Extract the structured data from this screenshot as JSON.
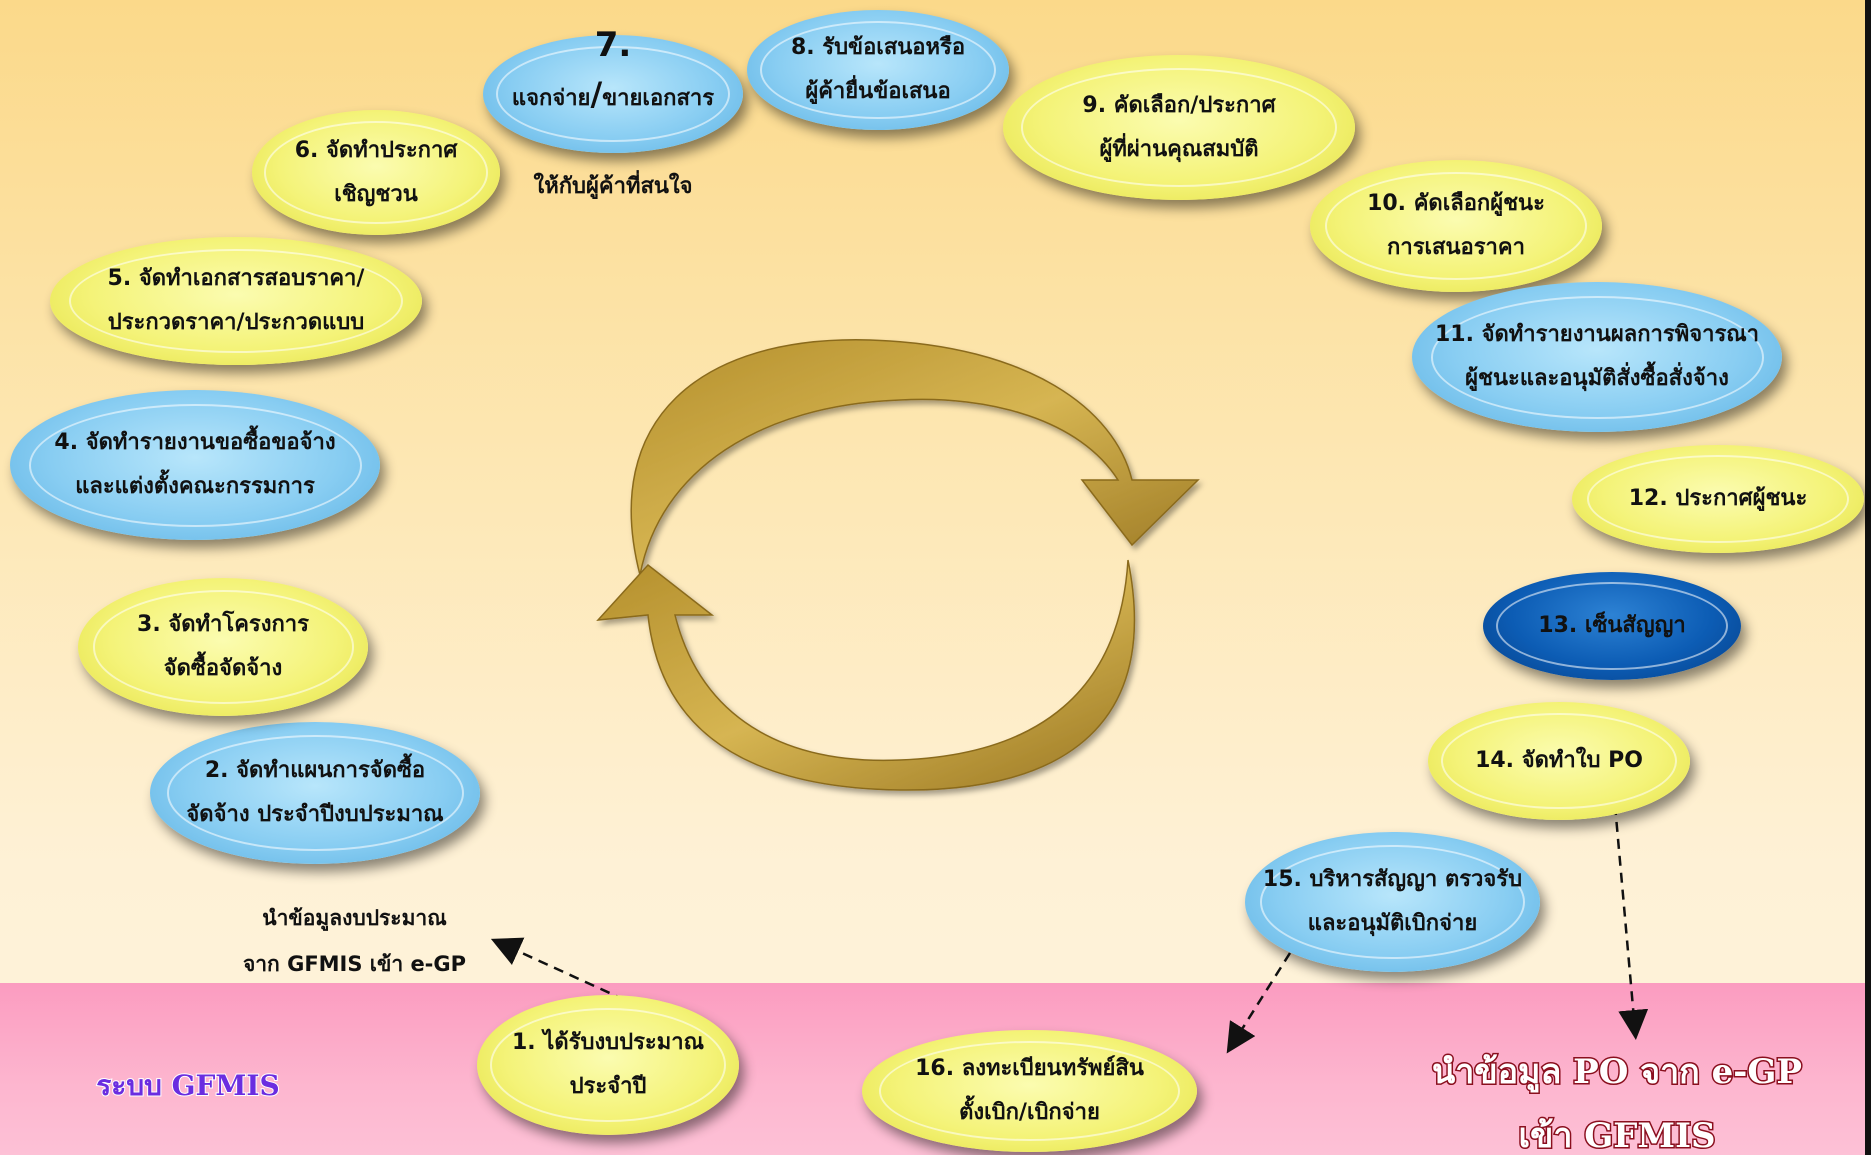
{
  "steps": [
    {
      "id": "1",
      "text": "1. ได้รับงบประมาณ\nประจำปี",
      "color": "yellow"
    },
    {
      "id": "2",
      "text": "2. จัดทำแผนการจัดซื้อ\nจัดจ้าง ประจำปีงบประมาณ",
      "color": "blue"
    },
    {
      "id": "3",
      "text": "3. จัดทำโครงการ\nจัดซื้อจัดจ้าง",
      "color": "yellow"
    },
    {
      "id": "4",
      "text": "4. จัดทำรายงานขอซื้อขอจ้าง\nและแต่งตั้งคณะกรรมการ",
      "color": "blue"
    },
    {
      "id": "5",
      "text": "5. จัดทำเอกสารสอบราคา/\nประกวดราคา/ประกวดแบบ",
      "color": "yellow"
    },
    {
      "id": "6",
      "text": "6. จัดทำประกาศ\nเชิญชวน",
      "color": "yellow"
    },
    {
      "id": "7",
      "num": "7.",
      "line1a": "แจกจ่าย",
      "slash": "/",
      "line1b": "ขายเอกสาร",
      "line2": "ให้กับผู้ค้าที่สนใจ",
      "color": "blue"
    },
    {
      "id": "8",
      "text": "8. รับข้อเสนอหรือ\nผู้ค้ายื่นข้อเสนอ",
      "color": "blue"
    },
    {
      "id": "9",
      "text": "9. คัดเลือก/ประกาศ\nผู้ที่ผ่านคุณสมบัติ",
      "color": "yellow"
    },
    {
      "id": "10",
      "text": "10. คัดเลือกผู้ชนะ\nการเสนอราคา",
      "color": "yellow"
    },
    {
      "id": "11",
      "text": "11. จัดทำรายงานผลการพิจารณา\nผู้ชนะและอนุมัติสั่งซื้อสั่งจ้าง",
      "color": "blue"
    },
    {
      "id": "12",
      "text": "12. ประกาศผู้ชนะ",
      "color": "yellow"
    },
    {
      "id": "13",
      "text": "13. เซ็นสัญญา",
      "color": "navy"
    },
    {
      "id": "14",
      "text": "14. จัดทำใบ PO",
      "color": "yellow"
    },
    {
      "id": "15",
      "text": "15. บริหารสัญญา ตรวจรับ\nและอนุมัติเบิกจ่าย",
      "color": "blue"
    },
    {
      "id": "16",
      "text": "16. ลงทะเบียนทรัพย์สิน\nตั้งเบิก/เบิกจ่าย",
      "color": "yellow"
    }
  ],
  "notes": {
    "budget_import": "นำข้อมูลงบประมาณ\nจาก GFMIS เข้า e-GP"
  },
  "labels": {
    "gfmis_system": "ระบบ GFMIS",
    "po_export": "นำข้อมูล PO จาก e-GP\nเข้า GFMIS"
  },
  "colors": {
    "background_top": "#fbd98a",
    "background_bottom": "#fef4dc",
    "pink_band": "#fca6c6",
    "yellow_node": "#f4f378",
    "blue_node": "#88cdf2",
    "navy_node": "#0c5cb4",
    "cycle_arrow": "#c9a43d",
    "gfmis_text": "#6a2de0",
    "po_text_outline": "#8a0f1e"
  },
  "icons": {
    "center": "circular-cycle-arrows"
  }
}
